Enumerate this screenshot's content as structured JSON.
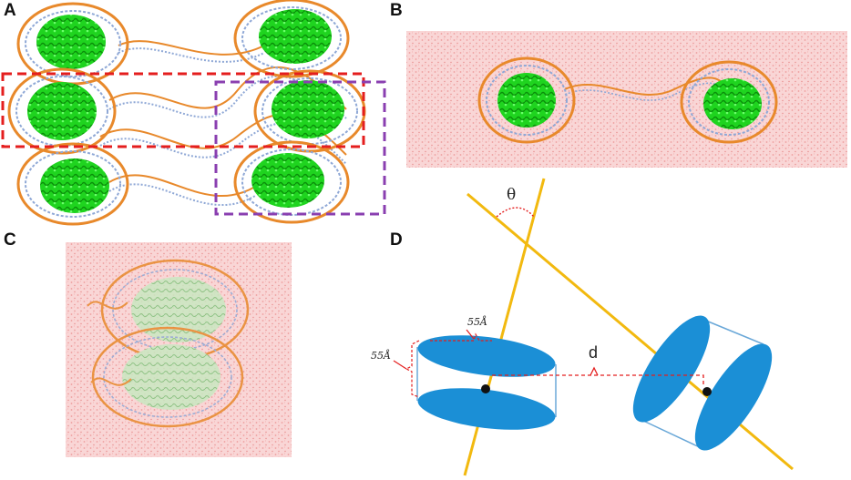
{
  "panels": {
    "a": {
      "label": "A"
    },
    "b": {
      "label": "B"
    },
    "c": {
      "label": "C"
    },
    "d": {
      "label": "D"
    }
  },
  "annotations": {
    "theta": "θ",
    "distance": "d",
    "dim_top": "55Å",
    "dim_left": "55Å"
  },
  "colors": {
    "dna_backbone": "#e8892b",
    "dna_bases": "#8fa8d6",
    "protein": "#22dd22",
    "water": "#f4b6b6",
    "red_box": "#e41e1e",
    "purple_box": "#8a3fb0",
    "axis_line": "#f2b90f",
    "disk_fill": "#1b8fd6",
    "cylinder_edge": "#6aa8d8",
    "dashed_measure": "#e41e1e"
  }
}
